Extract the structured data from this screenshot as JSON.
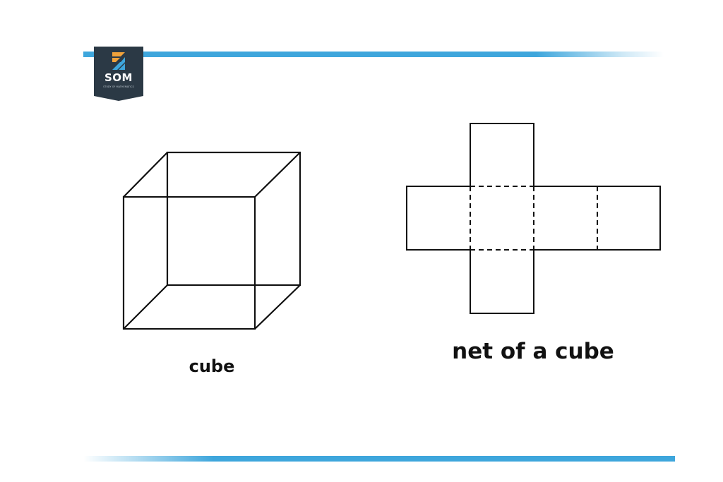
{
  "logo": {
    "name": "SOM",
    "tagline": "STUDY OF MATHEMATICS",
    "colors": {
      "background": "#2b3945",
      "mark_orange": "#f0a23b",
      "mark_blue": "#3ea6dc"
    }
  },
  "accent_color": "#3ea6dc",
  "figures": {
    "cube": {
      "caption": "cube",
      "icon": "wireframe-cube"
    },
    "net": {
      "caption": "net of a cube",
      "icon": "cross-shaped-cube-net"
    }
  }
}
